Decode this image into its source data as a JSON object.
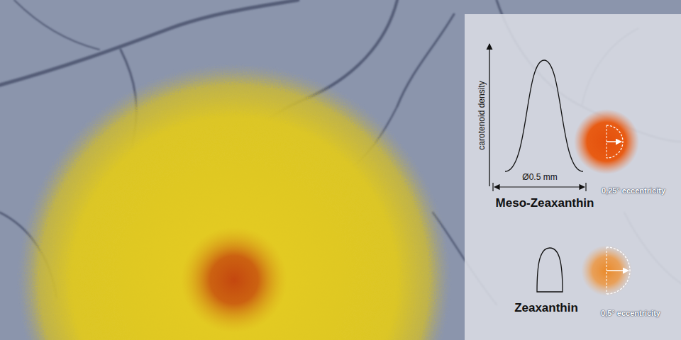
{
  "diagram": {
    "labels": [
      "carotenoid density",
      "Ø0.5 mm",
      "0,25° eccentricity",
      "Meso-Zeaxanthin",
      "Zeaxanthin",
      "0,5° eccentricity"
    ]
  }
}
